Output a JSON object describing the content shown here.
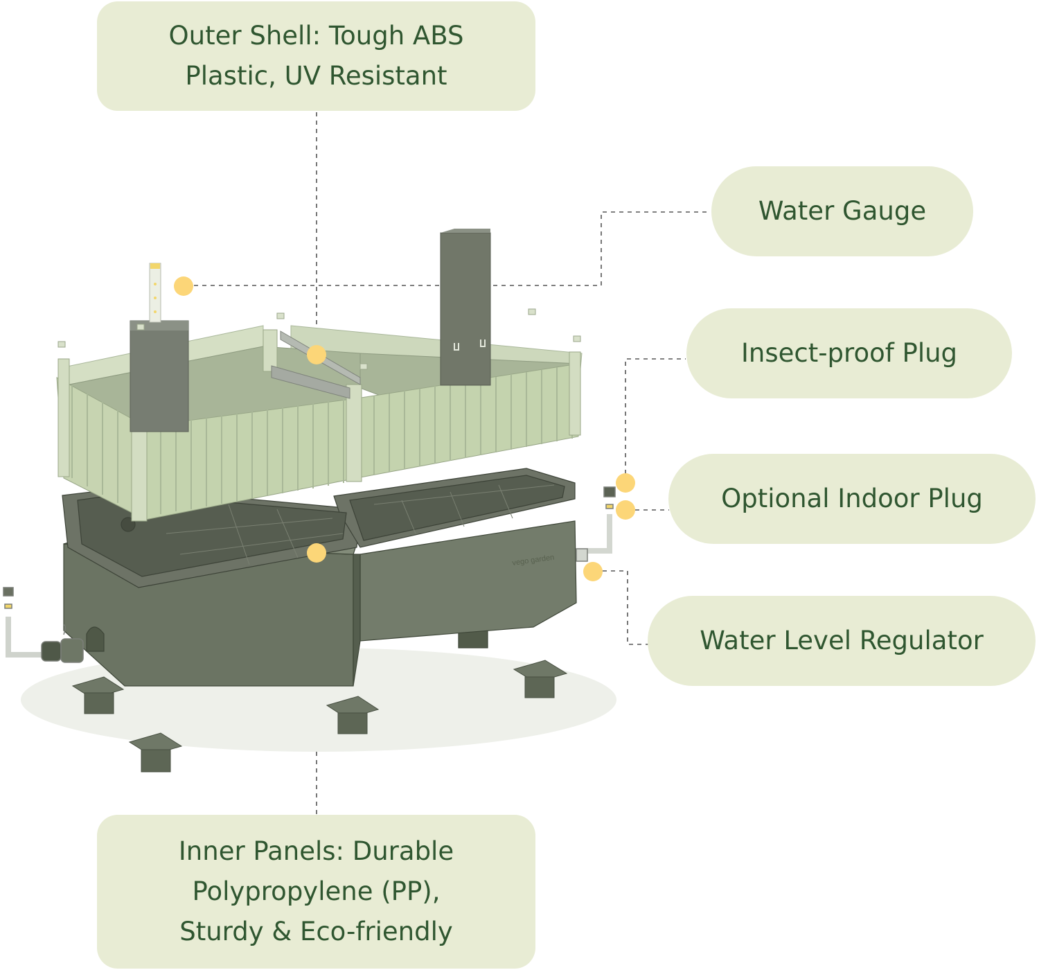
{
  "callouts": {
    "outer_shell": [
      "Outer Shell: Tough ABS",
      "Plastic, UV Resistant"
    ],
    "water_gauge": "Water Gauge",
    "insect_plug": "Insect-proof Plug",
    "indoor_plug": "Optional Indoor Plug",
    "water_level_regulator": "Water Level Regulator",
    "inner_panels": [
      "Inner Panels: Durable",
      "Polypropylene (PP),",
      "Sturdy & Eco-friendly"
    ]
  },
  "product": {
    "brand_mark": "vego garden"
  },
  "colors": {
    "callout_bg": "#e8ecd4",
    "callout_text": "#2f5630",
    "marker": "#fcd678",
    "shell": "#c4d3ae",
    "base": "#6b7463"
  }
}
